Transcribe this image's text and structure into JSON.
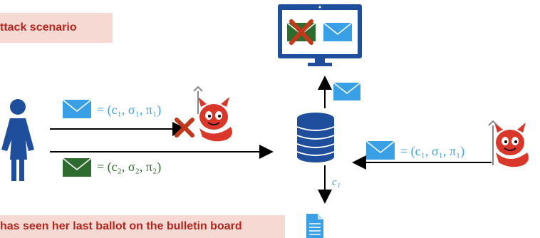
{
  "banner_top": "ttack scenario",
  "banner_bottom": "has seen her last ballot on the bulletin board",
  "ballot_top_formula": "= (c₁, σ₁, π₁)",
  "ballot_bottom_formula": "= (c₂, σ₂, π₂)",
  "ballot_right_formula": "= (c₁, σ₁, π₁)",
  "c1_label": "c₁",
  "colors": {
    "blue_envelope": "#3aa0e6",
    "green_envelope": "#2e6b2e",
    "banner_bg": "#f7d9d4",
    "banner_text": "#b3261e",
    "cross": "#c0391b",
    "db": "#1f4e9c"
  },
  "icons": [
    "woman-icon",
    "devil-icon",
    "database-icon",
    "monitor-icon",
    "document-icon",
    "envelope-icon",
    "cross-icon"
  ]
}
